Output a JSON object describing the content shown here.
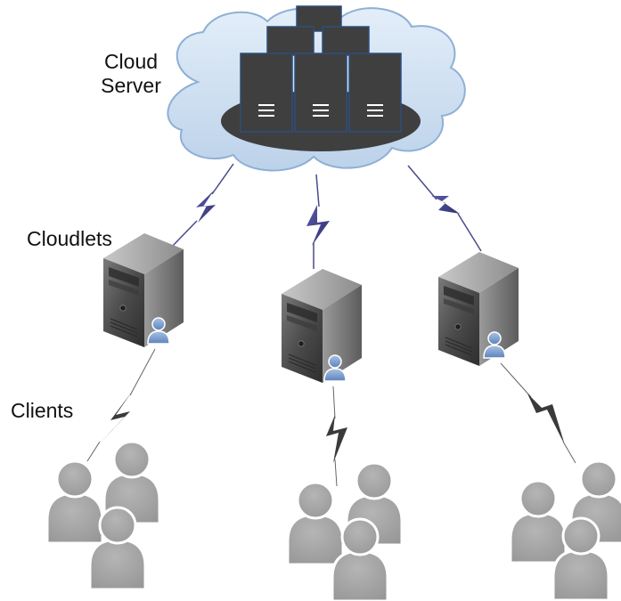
{
  "labels": {
    "cloud_line1": "Cloud",
    "cloud_line2": "Server",
    "cloudlets": "Cloudlets",
    "clients": "Clients"
  },
  "colors": {
    "cloud_fill": "#c9dcf0",
    "cloud_stroke": "#8fb0d4",
    "server_dark": "#3f3f3f",
    "server_stroke": "#2d4f7c",
    "tower_body": "#4a4a4a",
    "tower_light": "#8a8a8a",
    "lightning_blue": "#4a4a8c",
    "lightning_dark": "#3a3a3a",
    "client_fill": "#a6a6a6",
    "client_stroke": "#ffffff",
    "user_badge": "#6f93c8"
  },
  "icons": {
    "server": "server-rack-icon",
    "tower": "tower-server-icon",
    "client": "person-icon",
    "link": "lightning-link-icon"
  }
}
